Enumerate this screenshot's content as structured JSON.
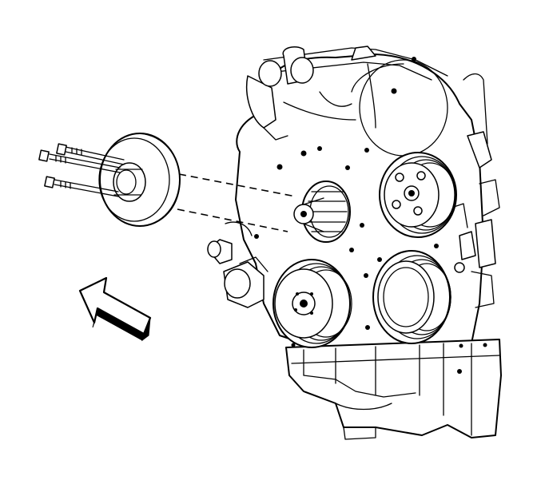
{
  "figure": {
    "background": "#ffffff",
    "line_color": "#000000",
    "components": [
      "engine-front-view",
      "crankshaft-balancer",
      "balancer-bolts",
      "view-direction-arrow"
    ]
  }
}
